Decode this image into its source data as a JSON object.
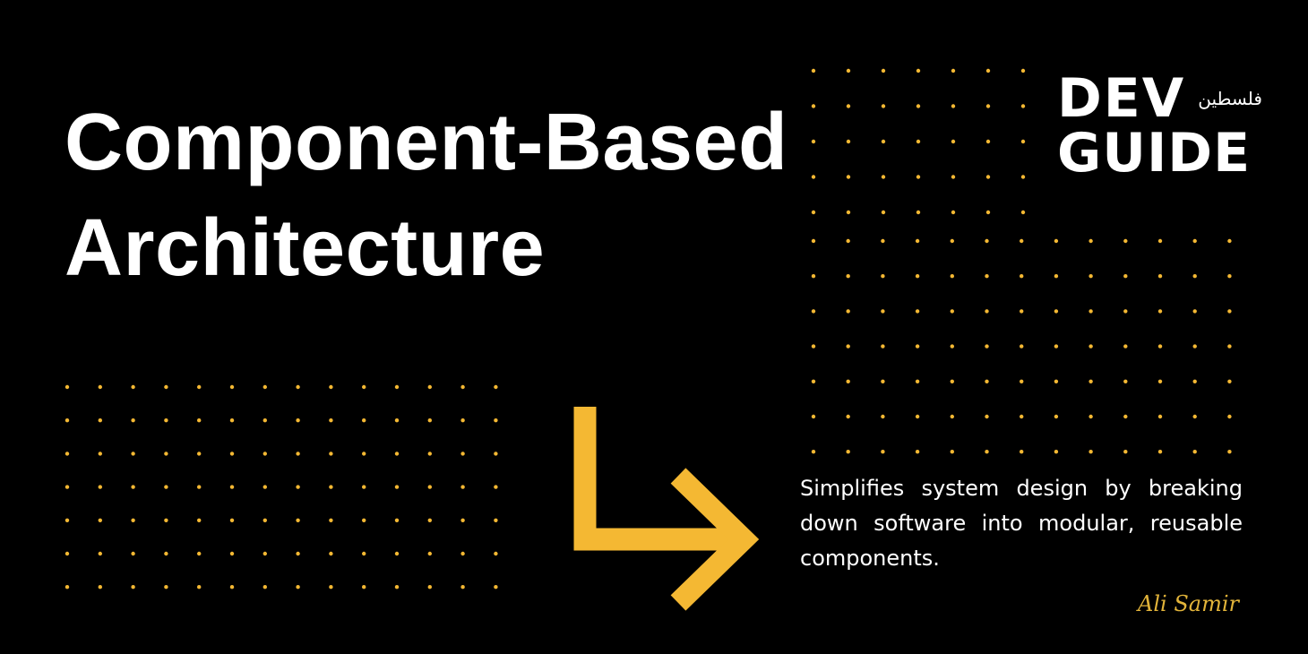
{
  "title": {
    "line1": "Component-Based",
    "line2": "Architecture"
  },
  "description": "Simplifies system design by breaking down software into modular, reusable components.",
  "logo": {
    "line1": "DEV",
    "line2": "GUIDE",
    "arabic": "فلسطين"
  },
  "signature": "Ali Samir",
  "colors": {
    "accent": "#f4b833",
    "background": "#000000",
    "text": "#ffffff"
  }
}
